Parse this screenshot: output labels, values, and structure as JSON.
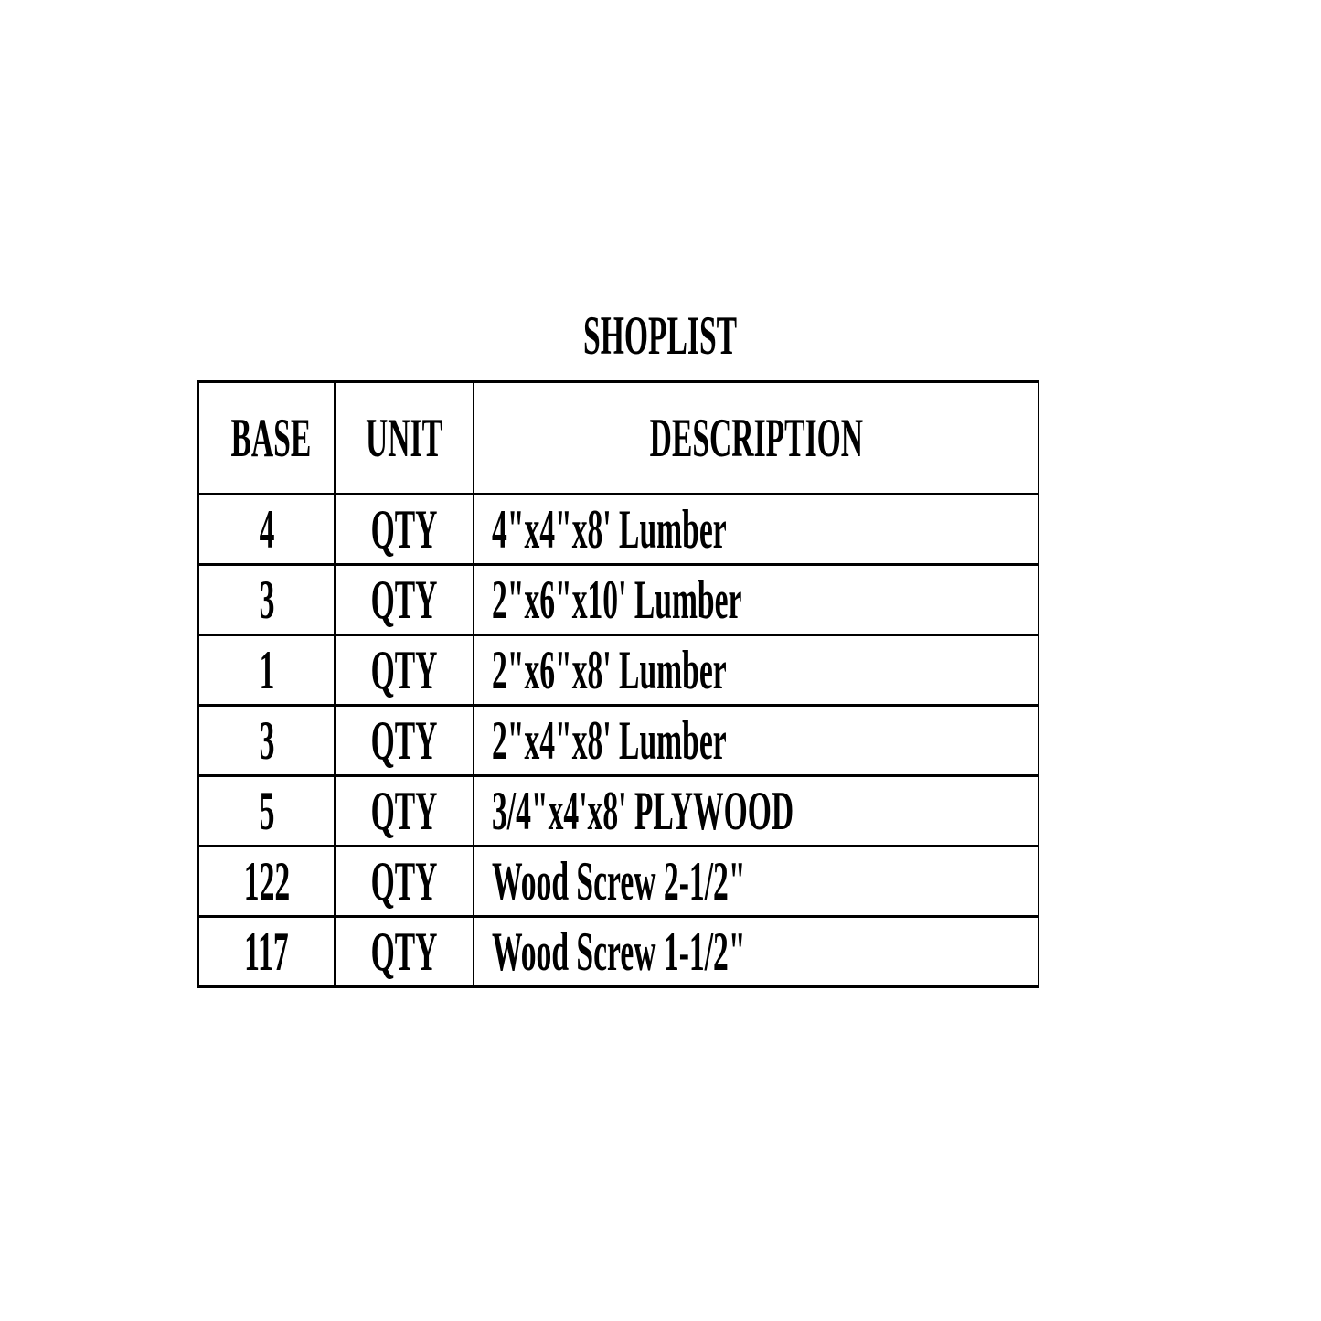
{
  "page": {
    "title": "SHOPLIST"
  },
  "table": {
    "headers": [
      "BASE",
      "UNIT",
      "DESCRIPTION"
    ],
    "rows": [
      [
        "4",
        "QTY",
        "4\"x4\"x8' Lumber"
      ],
      [
        "3",
        "QTY",
        "2\"x6\"x10' Lumber"
      ],
      [
        "1",
        "QTY",
        "2\"x6\"x8' Lumber"
      ],
      [
        "3",
        "QTY",
        "2\"x4\"x8' Lumber"
      ],
      [
        "5",
        "QTY",
        "3/4\"x4'x8' PLYWOOD"
      ],
      [
        "122",
        "QTY",
        "Wood Screw 2-1/2\""
      ],
      [
        "117",
        "QTY",
        "Wood Screw 1-1/2\""
      ]
    ]
  },
  "colors": {
    "text": "#000000",
    "border": "#000000",
    "background": "#ffffff"
  }
}
